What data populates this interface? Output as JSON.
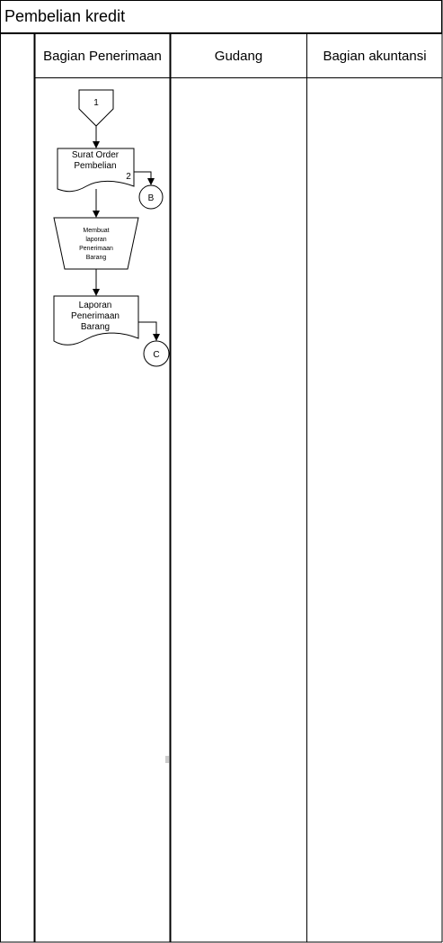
{
  "title": "Pembelian kredit",
  "lanes": [
    {
      "label": "Bagian Penerimaan"
    },
    {
      "label": "Gudang"
    },
    {
      "label": "Bagian akuntansi"
    }
  ],
  "flow": {
    "start_connector": {
      "label": "1"
    },
    "doc_surat_order": {
      "line1": "Surat Order",
      "line2": "Pembelian",
      "copy": "2"
    },
    "connector_b": {
      "label": "B"
    },
    "process_membuat": {
      "line1": "Membuat",
      "line2": "laporan",
      "line3": "Penerimaan",
      "line4": "Barang"
    },
    "doc_laporan": {
      "line1": "Laporan",
      "line2": "Penerimaan",
      "line3": "Barang"
    },
    "connector_c": {
      "label": "C"
    }
  }
}
